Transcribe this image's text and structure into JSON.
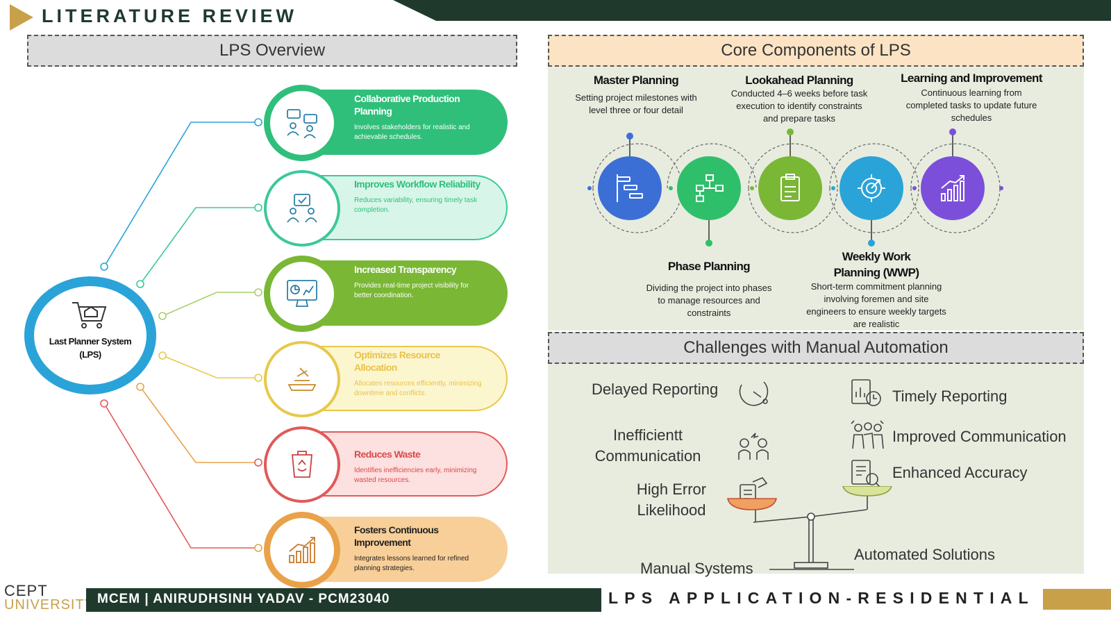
{
  "header": {
    "title": "LITERATURE REVIEW"
  },
  "overview": {
    "section_title": "LPS Overview",
    "center_label": "Last Planner System (LPS)",
    "items": [
      {
        "title": "Collaborative Production Planning",
        "desc": "Involves stakeholders for realistic and achievable schedules.",
        "color": "#2fbf7a"
      },
      {
        "title": "Improves Workflow Reliability",
        "desc": "Reduces variability, ensuring timely task completion.",
        "color": "#3cc89a"
      },
      {
        "title": "Increased Transparency",
        "desc": "Provides real-time project visibility for better coordination.",
        "color": "#7ab735"
      },
      {
        "title": "Optimizes Resource Allocation",
        "desc": "Allocates resources efficiently, minimizing downtime and conflicts.",
        "color": "#e8c84a"
      },
      {
        "title": "Reduces Waste",
        "desc": "Identifies inefficiencies early, minimizing wasted resources.",
        "color": "#e05a5a"
      },
      {
        "title": "Fosters Continuous Improvement",
        "desc": "Integrates lessons learned for refined planning strategies.",
        "color": "#e9a24a"
      }
    ]
  },
  "core": {
    "section_title": "Core Components of LPS",
    "components": [
      {
        "title": "Master Planning",
        "desc": "Setting project milestones with level three or four detail",
        "color": "#3c6fd6"
      },
      {
        "title": "Phase Planning",
        "desc": "Dividing the project into phases to manage resources and constraints",
        "color": "#2fbf6a"
      },
      {
        "title": "Lookahead Planning",
        "desc": "Conducted 4–6 weeks before task execution to identify constraints and prepare tasks",
        "color": "#7ab735"
      },
      {
        "title": "Weekly Work Planning (WWP)",
        "desc": "Short-term commitment planning involving foremen and site engineers to ensure weekly targets are realistic",
        "color": "#2aa3d8"
      },
      {
        "title": "Learning and Improvement",
        "desc": "Continuous learning from completed tasks to update future schedules",
        "color": "#7b4fd9"
      }
    ]
  },
  "challenges": {
    "section_title": "Challenges with Manual Automation",
    "manual": [
      "Delayed Reporting",
      "Inefficientt Communication",
      "High Error Likelihood"
    ],
    "automated": [
      "Timely Reporting",
      "Improved Communication",
      "Enhanced Accuracy"
    ],
    "manual_label": "Manual Systems",
    "automated_label": "Automated Solutions"
  },
  "footer": {
    "presenter": "MCEM  | ANIRUDHSINH YADAV - PCM23040",
    "topic": "LPS APPLICATION-RESIDENTIAL",
    "logo_top": "CEPT",
    "logo_bottom": "UNIVERSITY"
  }
}
